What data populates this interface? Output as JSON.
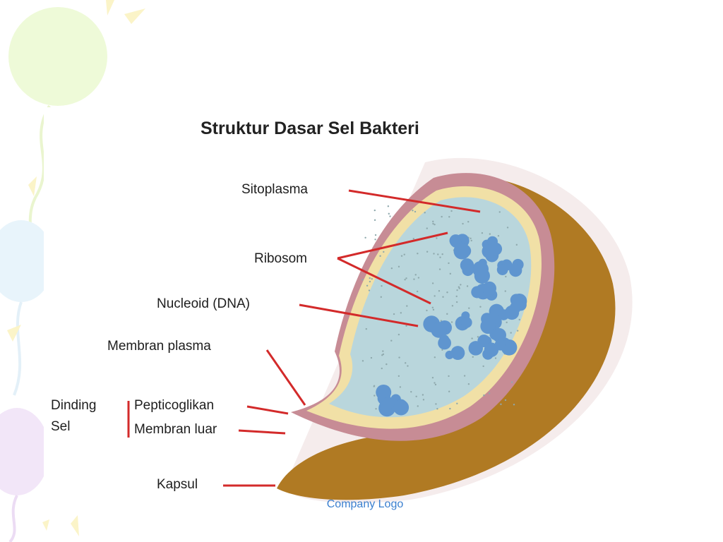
{
  "slide": {
    "footer": "Company Logo",
    "decoration": "pastel-balloons"
  },
  "diagram": {
    "title": "Struktur Dasar Sel Bakteri",
    "labels": {
      "sitoplasma": "Sitoplasma",
      "ribosom": "Ribosom",
      "nucleoid": "Nucleoid (DNA)",
      "membran_plasma": "Membran plasma",
      "dinding": "Dinding",
      "sel": "Sel",
      "pepticoglikan": "Pepticoglikan",
      "membran_luar": "Membran luar",
      "kapsul": "Kapsul"
    },
    "colors": {
      "leader_line": "#d32a2a",
      "capsule": "#b07a23",
      "outer_membrane": "#c78c95",
      "cell_wall": "#f1e0a6",
      "cytoplasm": "#b9d6dc",
      "nucleoid": "#5f95cf"
    }
  }
}
